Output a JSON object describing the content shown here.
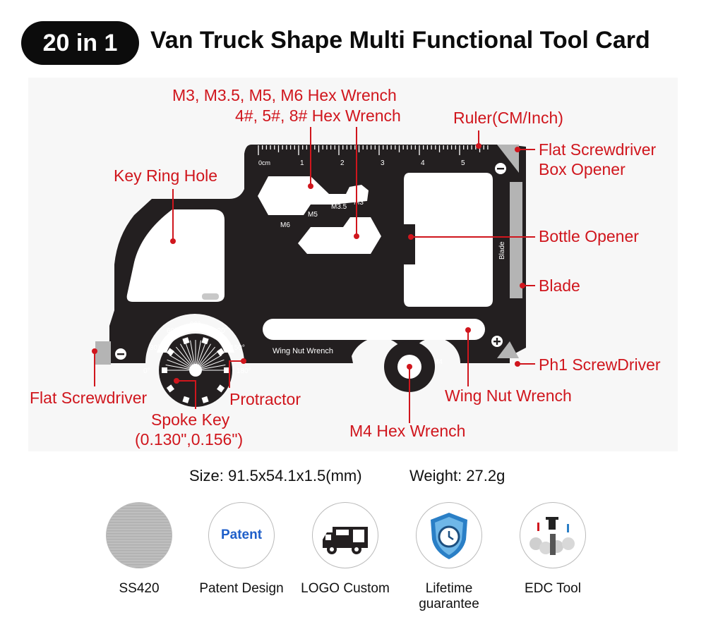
{
  "header": {
    "badge": "20 in 1",
    "title": "Van Truck Shape Multi Functional Tool Card"
  },
  "callouts": {
    "hex_metric": "M3, M3.5, M5, M6 Hex Wrench",
    "hex_imperial": "4#, 5#, 8# Hex Wrench",
    "ruler": "Ruler(CM/Inch)",
    "flat_box_1": "Flat Screwdriver",
    "flat_box_2": "Box Opener",
    "key_ring": "Key Ring Hole",
    "bottle": "Bottle Opener",
    "blade": "Blade",
    "ph1": "Ph1 ScrewDriver",
    "wing_nut": "Wing Nut Wrench",
    "m4": "M4 Hex Wrench",
    "flat_left": "Flat Screwdriver",
    "protractor": "Protractor",
    "spoke_1": "Spoke Key",
    "spoke_2": "(0.130\",0.156\")"
  },
  "card_marks": {
    "ruler_zero": "0cm",
    "ruler_nums": [
      "1",
      "2",
      "3",
      "4",
      "5"
    ],
    "m6": "M6",
    "m5": "M5",
    "m35": "M3.5",
    "m3": "M3",
    "m4": "M4",
    "blade": "Blade",
    "wing": "Wing Nut Wrench",
    "angles": [
      "0°",
      "30°",
      "60°",
      "90°",
      "120°",
      "150°",
      "180°"
    ]
  },
  "specs": {
    "size": "Size: 91.5x54.1x1.5(mm)",
    "weight": "Weight: 27.2g"
  },
  "features": [
    {
      "icon": "steel-texture-icon",
      "label": "SS420"
    },
    {
      "icon": "patent-icon",
      "badge": "Patent",
      "label": "Patent Design"
    },
    {
      "icon": "truck-logo-icon",
      "label": "LOGO Custom"
    },
    {
      "icon": "shield-clock-icon",
      "label": "Lifetime guarantee"
    },
    {
      "icon": "edc-tools-icon",
      "label": "EDC Tool"
    }
  ],
  "colors": {
    "accent": "#d0161d",
    "card": "#231f20",
    "badge": "#0c0c0c"
  }
}
